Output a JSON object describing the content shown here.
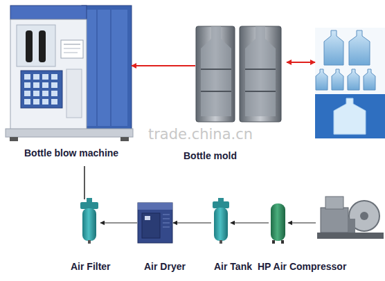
{
  "diagram": {
    "nodes": [
      {
        "text": [
          "Bottle blow machine"
        ]
      },
      {
        "text": [
          "Bottle mold"
        ]
      },
      {
        "text": [
          "Air Filter"
        ]
      },
      {
        "text": [
          "Air Dryer"
        ]
      },
      {
        "text": [
          "Air Tank"
        ]
      },
      {
        "text": [
          "HP Air Compressor"
        ]
      }
    ],
    "edges": [
      {
        "from": 1,
        "to": 0,
        "arrow": "to"
      },
      {
        "from": 0,
        "to": 2,
        "arrow": "none"
      },
      {
        "from": 5,
        "to": 4,
        "arrow": "to"
      },
      {
        "from": 4,
        "to": 3,
        "arrow": "to"
      },
      {
        "from": 3,
        "to": 2,
        "arrow": "to"
      }
    ],
    "labels": [
      "trade.china.cn"
    ]
  }
}
